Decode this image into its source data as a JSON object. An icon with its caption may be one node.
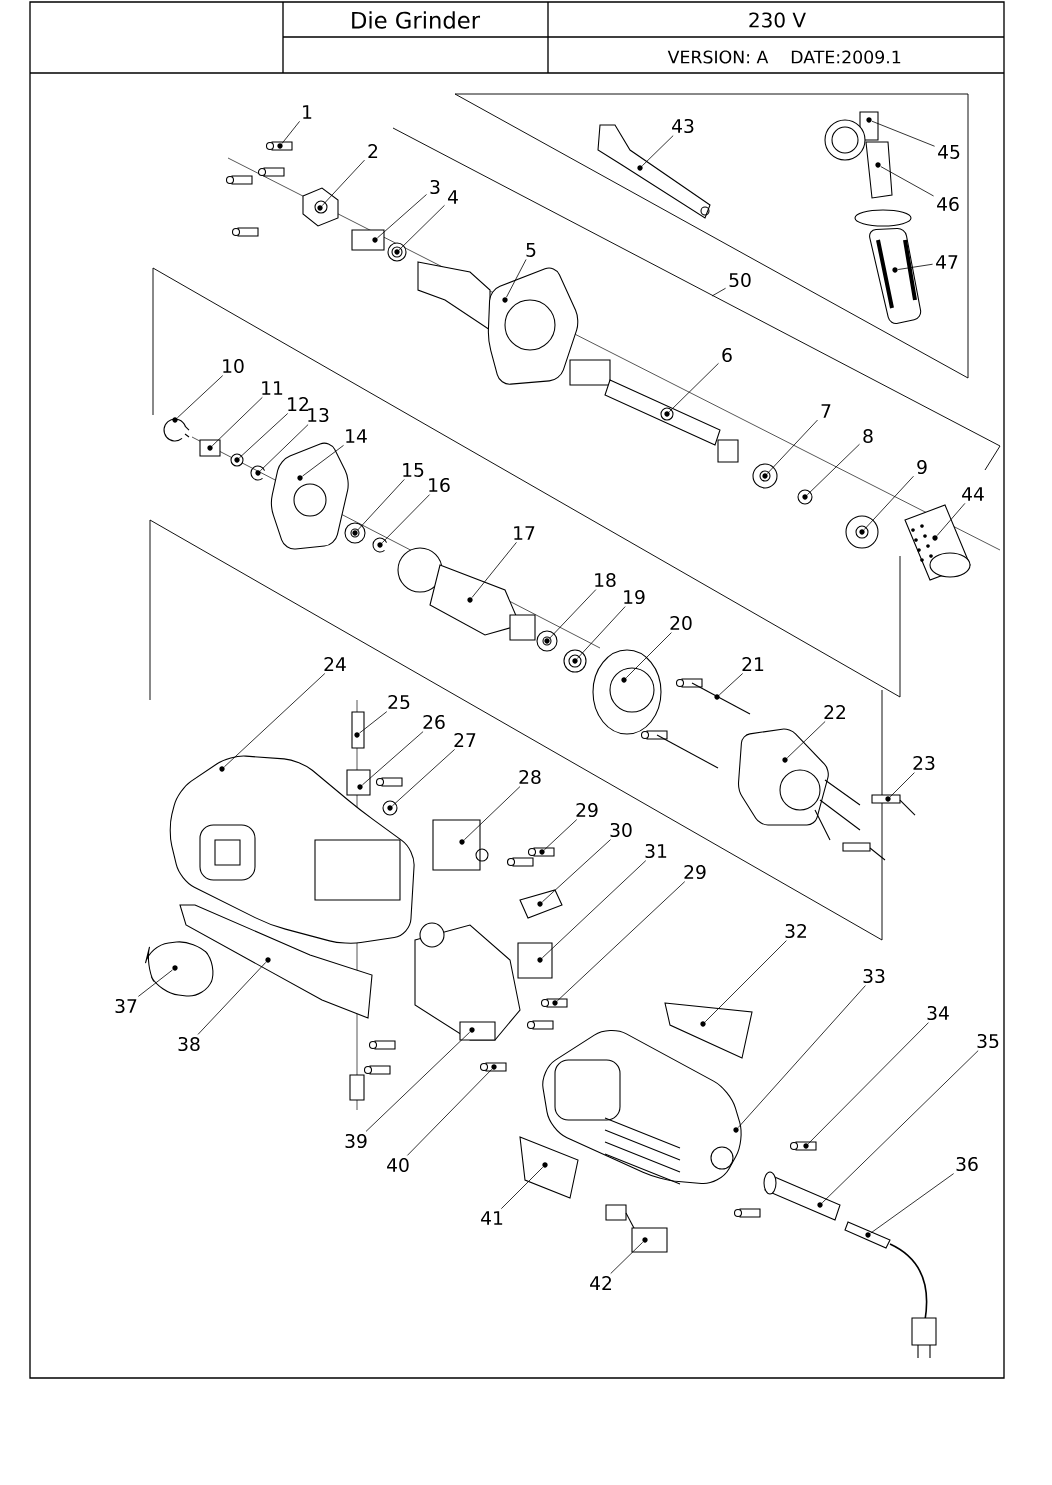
{
  "diagram": {
    "title": "Die Grinder",
    "nodes": [
      {
        "text": [
          "1"
        ]
      },
      {
        "text": [
          "2"
        ]
      },
      {
        "text": [
          "3"
        ]
      },
      {
        "text": [
          "4"
        ]
      },
      {
        "text": [
          "43"
        ]
      },
      {
        "text": [
          "45"
        ]
      },
      {
        "text": [
          "46"
        ]
      },
      {
        "text": [
          "47"
        ]
      },
      {
        "text": [
          "5"
        ]
      },
      {
        "text": [
          "50"
        ]
      },
      {
        "text": [
          "6"
        ]
      },
      {
        "text": [
          "10"
        ]
      },
      {
        "text": [
          "11"
        ]
      },
      {
        "text": [
          "12"
        ]
      },
      {
        "text": [
          "13"
        ]
      },
      {
        "text": [
          "14"
        ]
      },
      {
        "text": [
          "7"
        ]
      },
      {
        "text": [
          "8"
        ]
      },
      {
        "text": [
          "15"
        ]
      },
      {
        "text": [
          "16"
        ]
      },
      {
        "text": [
          "9"
        ]
      },
      {
        "text": [
          "44"
        ]
      },
      {
        "text": [
          "17"
        ]
      },
      {
        "text": [
          "18"
        ]
      },
      {
        "text": [
          "19"
        ]
      },
      {
        "text": [
          "20"
        ]
      },
      {
        "text": [
          "24"
        ]
      },
      {
        "text": [
          "21"
        ]
      },
      {
        "text": [
          "25"
        ]
      },
      {
        "text": [
          "22"
        ]
      },
      {
        "text": [
          "26"
        ]
      },
      {
        "text": [
          "27"
        ]
      },
      {
        "text": [
          "23"
        ]
      },
      {
        "text": [
          "28"
        ]
      },
      {
        "text": [
          "29"
        ]
      },
      {
        "text": [
          "30"
        ]
      },
      {
        "text": [
          "31"
        ]
      },
      {
        "text": [
          "29"
        ]
      },
      {
        "text": [
          "32"
        ]
      },
      {
        "text": [
          "33"
        ]
      },
      {
        "text": [
          "37"
        ]
      },
      {
        "text": [
          "34"
        ]
      },
      {
        "text": [
          "38"
        ]
      },
      {
        "text": [
          "35"
        ]
      },
      {
        "text": [
          "39"
        ]
      },
      {
        "text": [
          "40"
        ]
      },
      {
        "text": [
          "36"
        ]
      },
      {
        "text": [
          "41"
        ]
      },
      {
        "text": [
          "42"
        ]
      },
      {
        "text": [],
        "shape": "picture"
      },
      {
        "text": [],
        "shape": "picture"
      },
      {
        "text": [],
        "shape": "picture"
      },
      {
        "text": [],
        "shape": "picture"
      },
      {
        "text": [],
        "shape": "picture"
      },
      {
        "text": [],
        "shape": "picture"
      },
      {
        "text": [],
        "shape": "picture"
      },
      {
        "text": [],
        "shape": "picture"
      },
      {
        "text": [],
        "shape": "picture"
      },
      {
        "text": [],
        "shape": "picture"
      },
      {
        "text": [],
        "shape": "picture"
      },
      {
        "text": [],
        "shape": "picture"
      },
      {
        "text": [],
        "shape": "picture"
      },
      {
        "text": [],
        "shape": "picture"
      },
      {
        "text": [],
        "shape": "picture"
      },
      {
        "text": [],
        "shape": "picture"
      },
      {
        "text": [],
        "shape": "picture"
      },
      {
        "text": [],
        "shape": "picture"
      },
      {
        "text": [],
        "shape": "picture"
      },
      {
        "text": [],
        "shape": "picture"
      },
      {
        "text": [],
        "shape": "picture"
      },
      {
        "text": [],
        "shape": "picture"
      },
      {
        "text": [],
        "shape": "picture"
      },
      {
        "text": [],
        "shape": "picture"
      },
      {
        "text": [],
        "shape": "picture"
      },
      {
        "text": [],
        "shape": "picture"
      },
      {
        "text": [],
        "shape": "picture"
      },
      {
        "text": [],
        "shape": "picture"
      },
      {
        "text": [],
        "shape": "picture"
      },
      {
        "text": [],
        "shape": "picture"
      },
      {
        "text": [],
        "shape": "picture"
      },
      {
        "text": [],
        "shape": "picture"
      },
      {
        "text": [],
        "shape": "picture"
      },
      {
        "text": [],
        "shape": "picture"
      },
      {
        "text": [],
        "shape": "picture"
      },
      {
        "text": [],
        "shape": "picture"
      },
      {
        "text": [],
        "shape": "picture"
      },
      {
        "text": [],
        "shape": "picture"
      },
      {
        "text": [],
        "shape": "picture"
      },
      {
        "text": [],
        "shape": "picture"
      },
      {
        "text": [],
        "shape": "picture"
      },
      {
        "text": [],
        "shape": "picture"
      },
      {
        "text": [],
        "shape": "picture"
      },
      {
        "text": [],
        "shape": "picture"
      },
      {
        "text": [],
        "shape": "picture"
      },
      {
        "text": [],
        "shape": "picture"
      },
      {
        "text": [],
        "shape": "picture"
      },
      {
        "text": [],
        "shape": "picture"
      }
    ],
    "edges": [
      {
        "from": 0,
        "to": 49,
        "arrow": "none"
      },
      {
        "from": 1,
        "to": 50,
        "arrow": "none"
      },
      {
        "from": 2,
        "to": 51,
        "arrow": "none"
      },
      {
        "from": 3,
        "to": 52,
        "arrow": "none"
      },
      {
        "from": 4,
        "to": 53,
        "arrow": "none"
      },
      {
        "from": 5,
        "to": 54,
        "arrow": "none"
      },
      {
        "from": 6,
        "to": 55,
        "arrow": "none"
      },
      {
        "from": 7,
        "to": 56,
        "arrow": "none"
      },
      {
        "from": 8,
        "to": 57,
        "arrow": "none"
      },
      {
        "from": 9,
        "to": null,
        "arrow": "none"
      },
      {
        "from": 10,
        "to": 58,
        "arrow": "none"
      },
      {
        "from": 11,
        "to": 59,
        "arrow": "none"
      },
      {
        "from": 12,
        "to": 60,
        "arrow": "none"
      },
      {
        "from": 13,
        "to": 61,
        "arrow": "none"
      },
      {
        "from": 14,
        "to": 62,
        "arrow": "none"
      },
      {
        "from": 15,
        "to": 63,
        "arrow": "none"
      },
      {
        "from": 16,
        "to": 64,
        "arrow": "none"
      },
      {
        "from": 17,
        "to": 65,
        "arrow": "none"
      },
      {
        "from": 18,
        "to": 66,
        "arrow": "none"
      },
      {
        "from": 19,
        "to": 67,
        "arrow": "none"
      },
      {
        "from": 20,
        "to": 68,
        "arrow": "none"
      },
      {
        "from": 21,
        "to": 69,
        "arrow": "none"
      },
      {
        "from": 22,
        "to": 70,
        "arrow": "none"
      },
      {
        "from": 23,
        "to": 71,
        "arrow": "none"
      },
      {
        "from": 24,
        "to": 72,
        "arrow": "none"
      },
      {
        "from": 25,
        "to": 73,
        "arrow": "none"
      },
      {
        "from": 26,
        "to": 74,
        "arrow": "none"
      },
      {
        "from": 27,
        "to": 75,
        "arrow": "none"
      },
      {
        "from": 28,
        "to": 76,
        "arrow": "none"
      },
      {
        "from": 29,
        "to": 77,
        "arrow": "none"
      },
      {
        "from": 30,
        "to": 78,
        "arrow": "none"
      },
      {
        "from": 31,
        "to": 79,
        "arrow": "none"
      },
      {
        "from": 32,
        "to": 80,
        "arrow": "none"
      },
      {
        "from": 33,
        "to": 81,
        "arrow": "none"
      },
      {
        "from": 34,
        "to": 82,
        "arrow": "none"
      },
      {
        "from": 35,
        "to": 83,
        "arrow": "none"
      },
      {
        "from": 36,
        "to": 84,
        "arrow": "none"
      },
      {
        "from": 37,
        "to": 85,
        "arrow": "none"
      },
      {
        "from": 38,
        "to": 86,
        "arrow": "none"
      },
      {
        "from": 39,
        "to": 87,
        "arrow": "none"
      },
      {
        "from": 40,
        "to": 88,
        "arrow": "none"
      },
      {
        "from": 41,
        "to": 89,
        "arrow": "none"
      },
      {
        "from": 42,
        "to": 90,
        "arrow": "none"
      },
      {
        "from": 43,
        "to": 91,
        "arrow": "none"
      },
      {
        "from": 44,
        "to": 92,
        "arrow": "none"
      },
      {
        "from": 45,
        "to": 93,
        "arrow": "none"
      },
      {
        "from": 46,
        "to": 94,
        "arrow": "none"
      },
      {
        "from": 47,
        "to": 95,
        "arrow": "none"
      },
      {
        "from": 48,
        "to": 96,
        "arrow": "none"
      }
    ],
    "labels": [
      "230 V",
      "VERSION: A",
      "DATE:2009.1"
    ]
  }
}
